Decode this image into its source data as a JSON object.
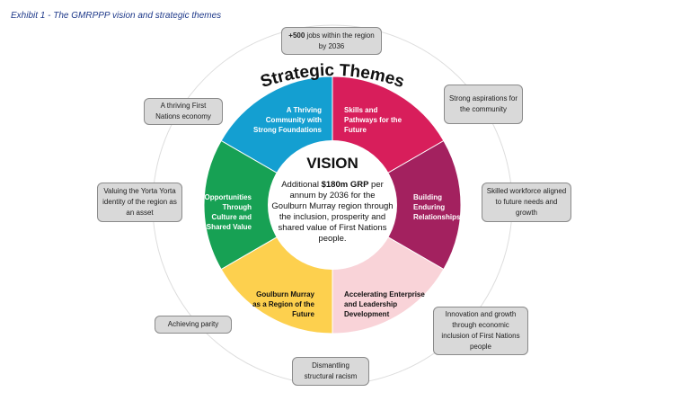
{
  "title": "Exhibit 1 - The GMRPPP vision and strategic themes",
  "heading": "Strategic Themes",
  "vision": {
    "title": "VISION",
    "pre": "Additional ",
    "bold": "$180m GRP",
    "post": " per annum by 2036 for the Goulburn Murray region through the inclusion, prosperity and shared value of First Nations people."
  },
  "themes": [
    {
      "label": "A Thriving Community with Strong Foundations",
      "color": "#149fd1"
    },
    {
      "label": "Skills and Pathways for the Future",
      "color": "#d81e5b"
    },
    {
      "label": "Building Enduring Relationships",
      "color": "#a3215f"
    },
    {
      "label": "Accelerating Enterprise and Leadership Development",
      "color": "#f9d3d8"
    },
    {
      "label": "Goulburn Murray as a Region of the Future",
      "color": "#fdd04e"
    },
    {
      "label": "Opportunities Through Culture and Shared Value",
      "color": "#17a154"
    }
  ],
  "outcomes": {
    "jobs_bold": "+500",
    "jobs_rest": " jobs within the region by 2036",
    "aspirations": "Strong aspirations for the community",
    "workforce": "Skilled workforce aligned to future needs and growth",
    "innovation": "Innovation and growth through economic inclusion of First Nations people",
    "racism": "Dismantling structural racism",
    "parity": "Achieving parity",
    "yorta": "Valuing the Yorta Yorta identity of the region as an asset",
    "economy": "A thriving First Nations economy"
  }
}
